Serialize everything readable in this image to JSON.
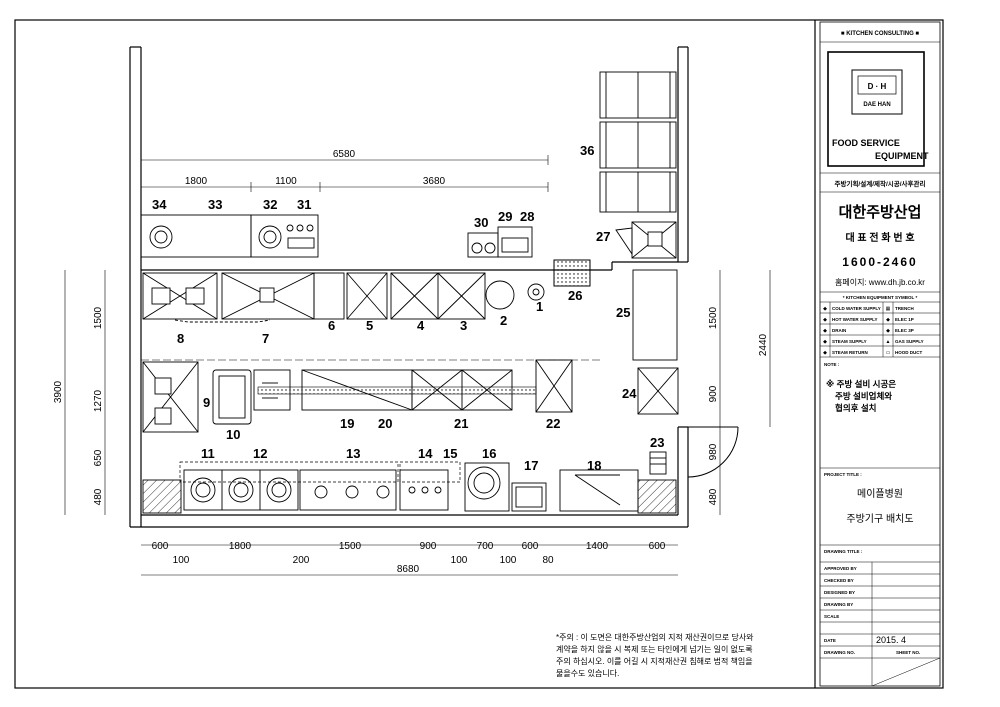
{
  "title_block": {
    "header": "■ KITCHEN CONSULTING ■",
    "logo_mark": "D · H",
    "logo_name": "DAE HAN",
    "food_service": "FOOD SERVICE",
    "equipment": "EQUIPMENT",
    "services": "주방기획/설계/제작/시공/사후관리",
    "company": "대한주방산업",
    "phone_label": "대 표 전 화 번 호",
    "phone": "1600-2460",
    "homepage": "홈페이지: www.dh.jb.co.kr",
    "symbol_header": "* KITCHEN EQUIPMENT SYMBOL *",
    "symbols": [
      {
        "left": "COLD WATER SUPPLY",
        "right": "TRENCH"
      },
      {
        "left": "HOT WATER SUPPLY",
        "right": "ELEC 1P"
      },
      {
        "left": "DRAIN",
        "right": "ELEC 3P"
      },
      {
        "left": "STEAM SUPPLY",
        "right": "GAS SUPPLY"
      },
      {
        "left": "STEAM RETURN",
        "right": "HOOD DUCT"
      }
    ],
    "note_label": "NOTE :",
    "note_line1": "※ 주방 설비 시공은",
    "note_line2": "주방 설비업체와",
    "note_line3": "협의후 설치",
    "project_title_label": "PROJECT TITLE :",
    "project_name": "메이플병원",
    "drawing_name": "주방기구 배치도",
    "drawing_title_label": "DRAWING TITLE :",
    "approved_by": "APPROVED BY",
    "checked_by": "CHECKED BY",
    "designed_by": "DESIGNED BY",
    "drawing_by": "DRAWING BY",
    "scale": "SCALE",
    "date_label": "DATE",
    "date_value": "2015. 4",
    "drawing_no": "DRAWING NO.",
    "sheet_no": "SHEET NO."
  },
  "notice": {
    "line1": "*주의 : 이 도면은 대한주방산업의 지적 재산권이므로 당사와",
    "line2": "계약을 하지 않을 시 복제 또는 타인에게 넘기는 일이 없도록",
    "line3": "주의 하십시오. 이를 어길 시 지적재산권 침해로 법적 책임을",
    "line4": "물을수도 있습니다."
  },
  "dimensions": {
    "top_total": "6580",
    "top_a": "1800",
    "top_b": "1100",
    "top_c": "3680",
    "bottom": [
      "600",
      "1800",
      "1500",
      "900",
      "700",
      "600",
      "1400",
      "600"
    ],
    "bottom_small_100a": "100",
    "bottom_small_200": "200",
    "bottom_small_100b": "100",
    "bottom_small_100c": "100",
    "bottom_small_80": "80",
    "bottom_total": "8680",
    "left_total": "3900",
    "left": [
      "1500",
      "1270",
      "650",
      "480"
    ],
    "right": [
      "1500",
      "900",
      "980",
      "480"
    ],
    "right_total": "2440"
  },
  "equipment_numbers": [
    "1",
    "2",
    "3",
    "4",
    "5",
    "6",
    "7",
    "8",
    "9",
    "10",
    "11",
    "12",
    "13",
    "14",
    "15",
    "16",
    "17",
    "18",
    "19",
    "20",
    "21",
    "22",
    "23",
    "24",
    "25",
    "26",
    "27",
    "28",
    "29",
    "30",
    "31",
    "32",
    "33",
    "34",
    "36"
  ]
}
